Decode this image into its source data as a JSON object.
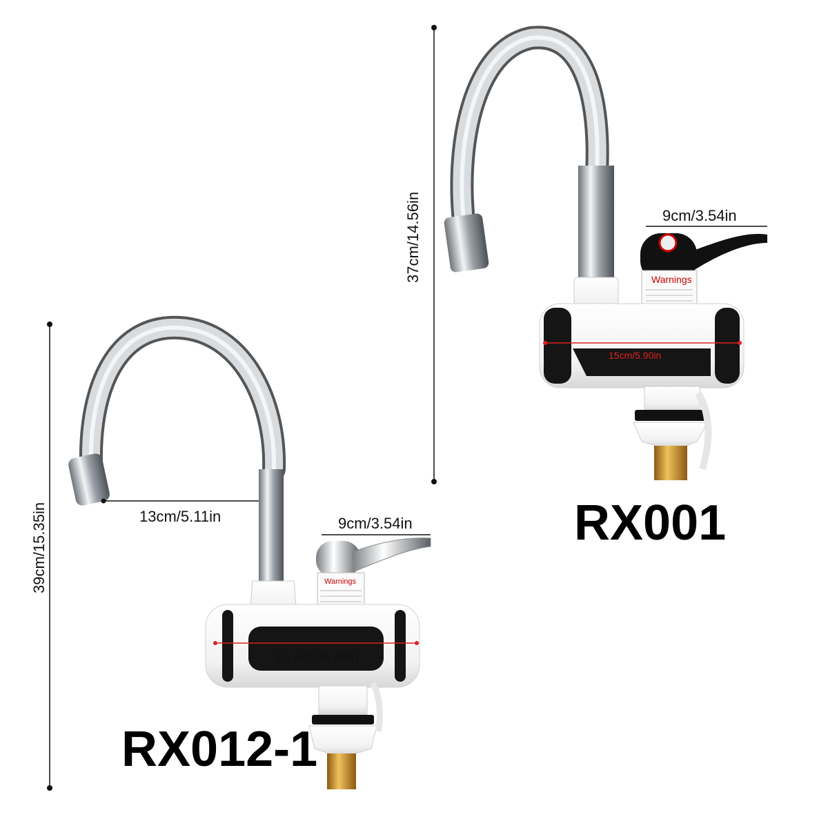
{
  "products": [
    {
      "model": "RX001",
      "dimensions": {
        "height": "37cm/14.56in",
        "handle_width": "9cm/3.54in",
        "body_width": "15cm/5.90in"
      },
      "label_text": "Warnings"
    },
    {
      "model": "RX012-1",
      "dimensions": {
        "height": "39cm/15.35in",
        "spout_reach": "13cm/5.11in",
        "handle_width": "9cm/3.54in",
        "body_width": "16.5cm/6.49in"
      },
      "label_text": "Warnings"
    }
  ],
  "colors": {
    "dimension_line": "#111111",
    "body_width_line_rx001": "#e02020",
    "body_width_line_rx012": "#e02020",
    "body_white": "#f4f4f4",
    "display_black": "#151515",
    "chrome": "#bfc4c8",
    "brass": "#c8902e"
  }
}
